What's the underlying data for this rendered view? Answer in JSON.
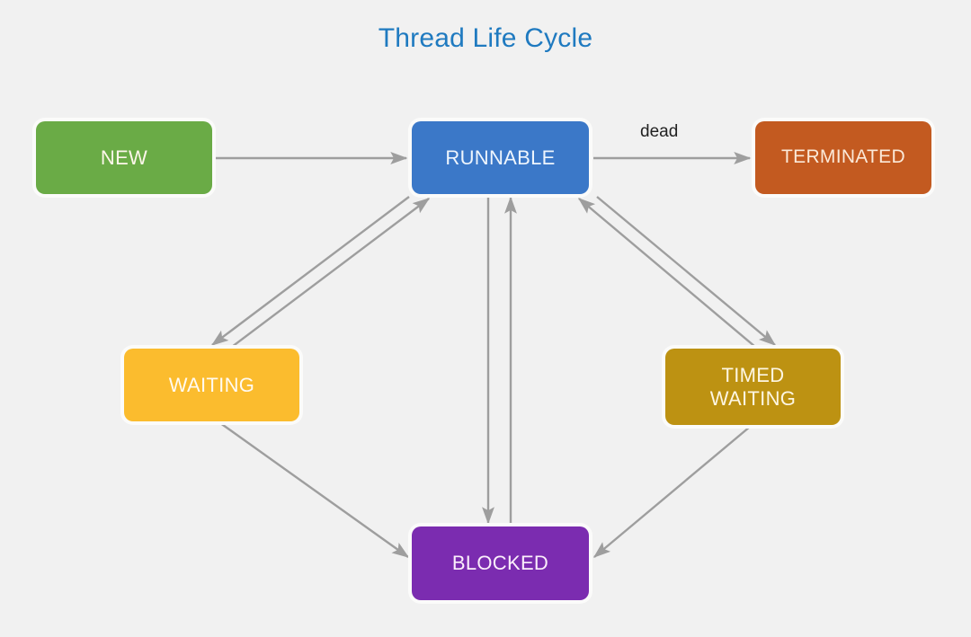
{
  "diagram": {
    "title": "Thread Life Cycle",
    "type": "state-diagram",
    "background_color": "#f1f1f1",
    "title_color": "#1f7ac0",
    "edge_color": "#9e9e9e",
    "nodes": [
      {
        "id": "new",
        "label": "NEW",
        "color": "#6aab46",
        "text_color": "#fdf6ea"
      },
      {
        "id": "runnable",
        "label": "RUNNABLE",
        "color": "#3b78c8",
        "text_color": "#eef5fd"
      },
      {
        "id": "terminated",
        "label": "TERMINATED",
        "color": "#c35a20",
        "text_color": "#fbe9d8"
      },
      {
        "id": "waiting",
        "label": "WAITING",
        "color": "#fbbc2e",
        "text_color": "#fffaf0"
      },
      {
        "id": "timed_waiting",
        "label_line1": "TIMED",
        "label_line2": "WAITING",
        "color": "#bd9212",
        "text_color": "#fdf6e3"
      },
      {
        "id": "blocked",
        "label": "BLOCKED",
        "color": "#7b2cb0",
        "text_color": "#fbeffb"
      }
    ],
    "edges": [
      {
        "from": "new",
        "to": "runnable",
        "label": ""
      },
      {
        "from": "runnable",
        "to": "terminated",
        "label": "dead"
      },
      {
        "from": "runnable",
        "to": "waiting",
        "label": ""
      },
      {
        "from": "waiting",
        "to": "runnable",
        "label": ""
      },
      {
        "from": "runnable",
        "to": "timed_waiting",
        "label": ""
      },
      {
        "from": "timed_waiting",
        "to": "runnable",
        "label": ""
      },
      {
        "from": "runnable",
        "to": "blocked",
        "label": ""
      },
      {
        "from": "blocked",
        "to": "runnable",
        "label": ""
      },
      {
        "from": "waiting",
        "to": "blocked",
        "label": ""
      },
      {
        "from": "timed_waiting",
        "to": "blocked",
        "label": ""
      }
    ]
  }
}
